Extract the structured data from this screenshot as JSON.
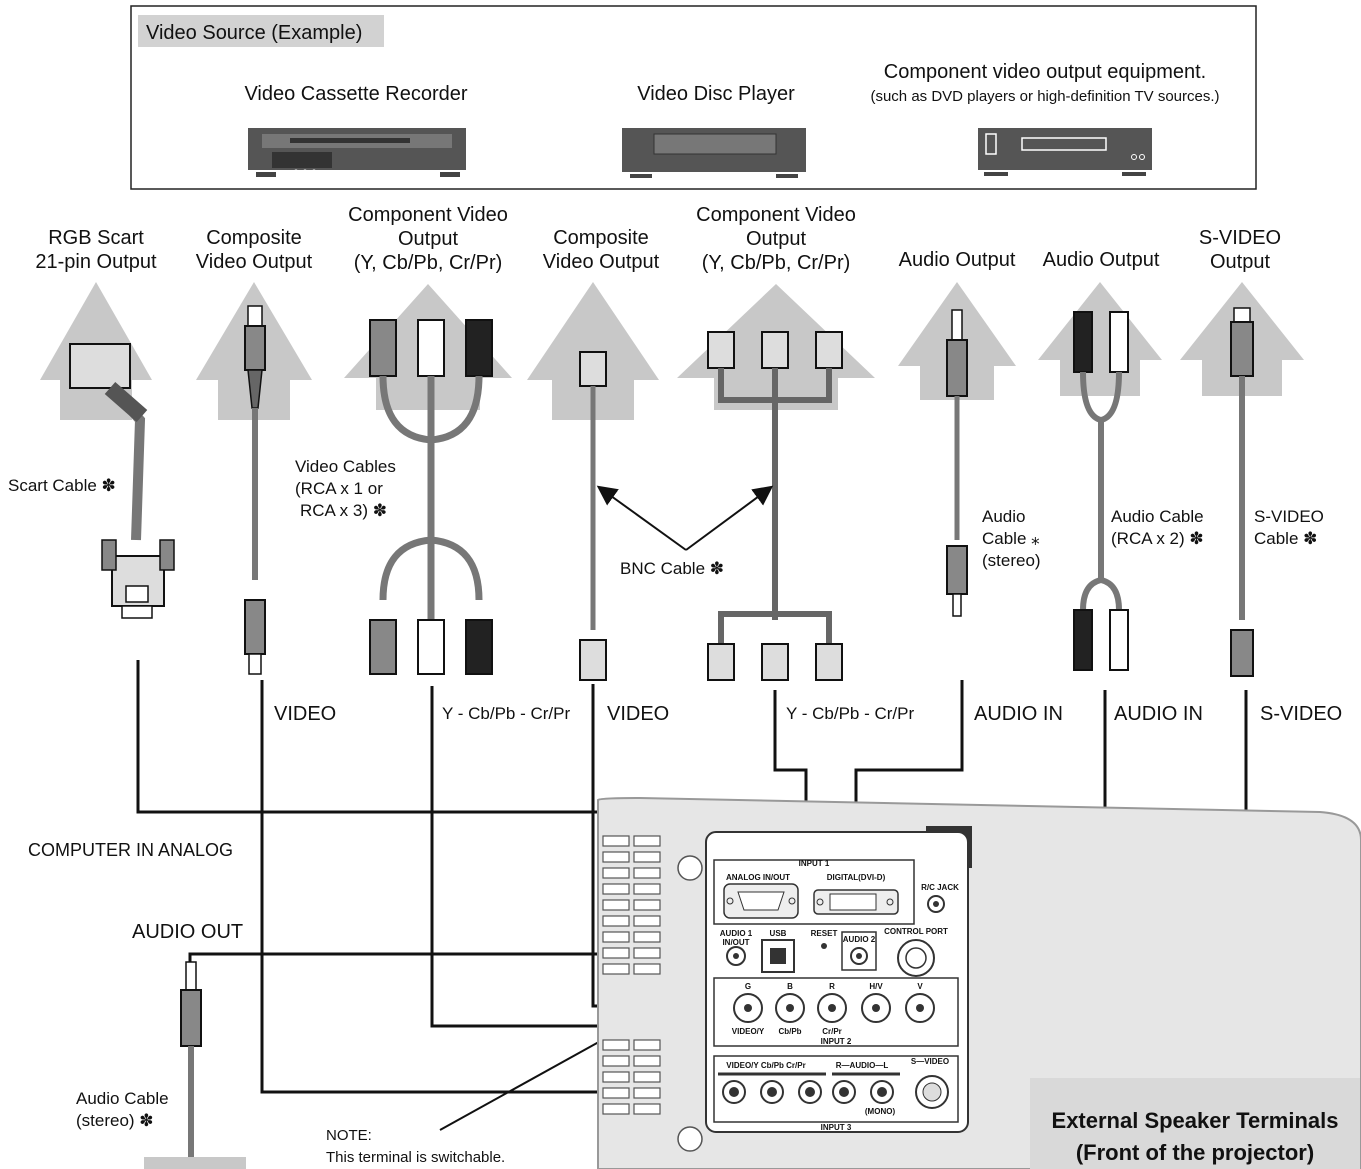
{
  "source_box": {
    "tag": "Video Source (Example)",
    "vcr": "Video Cassette Recorder",
    "disc": "Video Disc Player",
    "component_l1": "Component video output equipment.",
    "component_l2": "(such as DVD players or high-definition TV sources.)"
  },
  "outputs": {
    "rgb_l1": "RGB Scart",
    "rgb_l2": "21-pin Output",
    "comp1_l1": "Composite",
    "comp1_l2": "Video Output",
    "cv1_l1": "Component Video",
    "cv1_l2": "Output",
    "cv1_l3": "(Y, Cb/Pb, Cr/Pr)",
    "comp2_l1": "Composite",
    "comp2_l2": "Video Output",
    "cv2_l1": "Component Video",
    "cv2_l2": "Output",
    "cv2_l3": "(Y, Cb/Pb, Cr/Pr)",
    "audio1": "Audio Output",
    "audio2": "Audio Output",
    "svideo_l1": "S-VIDEO",
    "svideo_l2": "Output"
  },
  "cables": {
    "scart": "Scart Cable ✽",
    "video_l1": "Video Cables",
    "video_l2": "(RCA x 1 or",
    "video_l3": "RCA x 3) ✽",
    "bnc": "BNC Cable ✽",
    "audio_l1": "Audio",
    "audio_l2": "Cable ⁎",
    "audio_l3": "(stereo)",
    "audio_rca_l1": "Audio Cable",
    "audio_rca_l2": "(RCA x 2) ✽",
    "svideo_l1": "S-VIDEO",
    "svideo_l2": "Cable ✽",
    "audio_out_l1": "Audio Cable",
    "audio_out_l2": "(stereo) ✽"
  },
  "terminals": {
    "video1": "VIDEO",
    "ycbcr1": "Y - Cb/Pb - Cr/Pr",
    "video2": "VIDEO",
    "ycbcr2": "Y - Cb/Pb - Cr/Pr",
    "audio_in1": "AUDIO IN",
    "audio_in2": "AUDIO IN",
    "svideo": "S-VIDEO",
    "computer_in": "COMPUTER IN ANALOG",
    "audio_out": "AUDIO OUT"
  },
  "panel": {
    "input1": "INPUT 1",
    "analog_inout": "ANALOG IN/OUT",
    "digital": "DIGITAL(DVI-D)",
    "rc_jack": "R/C JACK",
    "audio1_l1": "AUDIO 1",
    "audio1_l2": "IN/OUT",
    "usb": "USB",
    "reset": "RESET",
    "audio2": "AUDIO 2",
    "control_port": "CONTROL PORT",
    "g": "G",
    "b": "B",
    "r": "R",
    "hv": "H/V",
    "v": "V",
    "video_y": "VIDEO/Y",
    "cb_pb": "Cb/Pb",
    "cr_pr": "Cr/Pr",
    "input2": "INPUT 2",
    "row3_l1": "VIDEO/Y  Cb/Pb   Cr/Pr",
    "r_audio_l": "R—AUDIO—L",
    "s_video": "S—VIDEO",
    "mono": "(MONO)",
    "input3": "INPUT 3"
  },
  "note": {
    "l1": "NOTE:",
    "l2": "This terminal is switchable."
  },
  "speaker": {
    "l1": "External Speaker Terminals",
    "l2": "(Front of the projector)"
  }
}
